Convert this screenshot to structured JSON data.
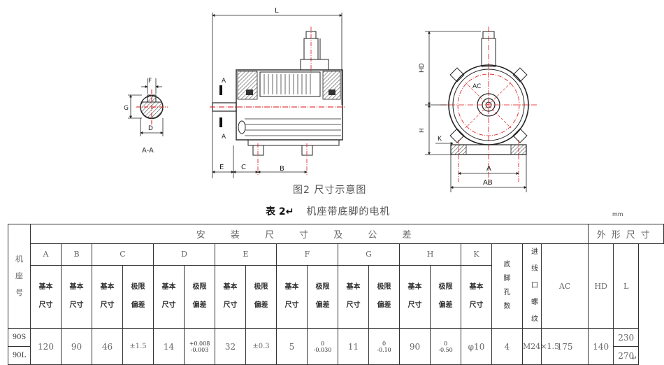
{
  "drawing_labels": {
    "section_view": "A-A",
    "section_dims": [
      "F",
      "G",
      "D"
    ],
    "side_view": [
      "L",
      "A",
      "A",
      "E",
      "C",
      "B"
    ],
    "end_view": [
      "HD",
      "H",
      "AC",
      "K",
      "A",
      "AB"
    ]
  },
  "figure_caption": "图2  尺寸示意图",
  "table_caption": {
    "number": "表 2↵",
    "title": "机座带底脚的电机"
  },
  "unit_note": "mm",
  "table": {
    "frame_header": "机座号",
    "install_header": "安 装 尺 寸 及 公 差",
    "outline_header": "外形尺寸",
    "codes": [
      "A",
      "B",
      "C",
      "D",
      "E",
      "F",
      "G",
      "H",
      "K"
    ],
    "basic_size": "基本尺寸",
    "limit_dev": "极限偏差",
    "foot_holes": "底脚孔数",
    "thread": "进线口螺纹",
    "outline_codes": [
      "AC",
      "HD",
      "L"
    ],
    "frames": [
      "90S",
      "90L"
    ],
    "values": {
      "A": "120",
      "B": "90",
      "C": "46",
      "C_tol": "±1.5",
      "D": "14",
      "D_tol": [
        "+0.008",
        "-0.003"
      ],
      "E": "32",
      "E_tol": "±0.3",
      "F": "5",
      "F_tol": [
        "0",
        "-0.030"
      ],
      "G": "11",
      "G_tol": [
        "0",
        "-0.10"
      ],
      "H": "90",
      "H_tol": [
        "0",
        "-0.50"
      ],
      "K": "φ10",
      "holes": "4",
      "thread": "M24×1.5",
      "AC": "175",
      "HD": "140",
      "L": [
        "230",
        "270"
      ]
    }
  },
  "return_mark": "↵"
}
